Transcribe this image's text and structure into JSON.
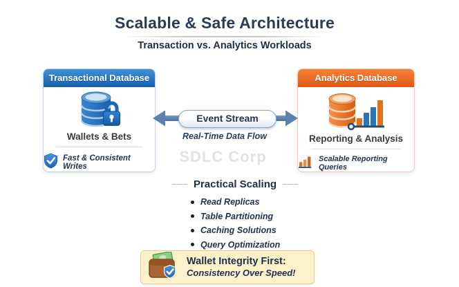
{
  "header": {
    "title": "Scalable & Safe Architecture",
    "subtitle": "Transaction vs. Analytics Workloads"
  },
  "transactional_card": {
    "header": "Transactional Database",
    "label": "Wallets & Bets",
    "badge": "Fast & Consistent Writes"
  },
  "analytics_card": {
    "header": "Analytics Database",
    "label": "Reporting & Analysis",
    "badge": "Scalable Reporting Queries"
  },
  "event_stream": {
    "label": "Event Stream",
    "sublabel": "Real-Time Data Flow"
  },
  "watermark": "SDLC Corp",
  "practical_scaling": {
    "heading": "Practical Scaling",
    "items": [
      "Read Replicas",
      "Table Partitioning",
      "Caching Solutions",
      "Query Optimization"
    ]
  },
  "callout": {
    "title": "Wallet Integrity First:",
    "subtitle": "Consistency Over Speed!"
  },
  "icons": {
    "transactional": "database-lock-icon",
    "transactional_badge": "shield-check-icon",
    "analytics": "database-chart-icon",
    "analytics_badge": "bar-chart-icon",
    "callout": "wallet-shield-icon"
  },
  "colors": {
    "title_navy": "#2c3a57",
    "blue_header_top": "#4090d8",
    "blue_header_bottom": "#1560ad",
    "orange_header_top": "#f58138",
    "orange_header_bottom": "#e05a15",
    "arrow_steel_blue": "#5b82ad",
    "bar_blue": "#2e75b6",
    "bar_orange": "#e2701f",
    "callout_bg": "#fcf1c8",
    "watermark_gray": "#e2e2e2"
  }
}
